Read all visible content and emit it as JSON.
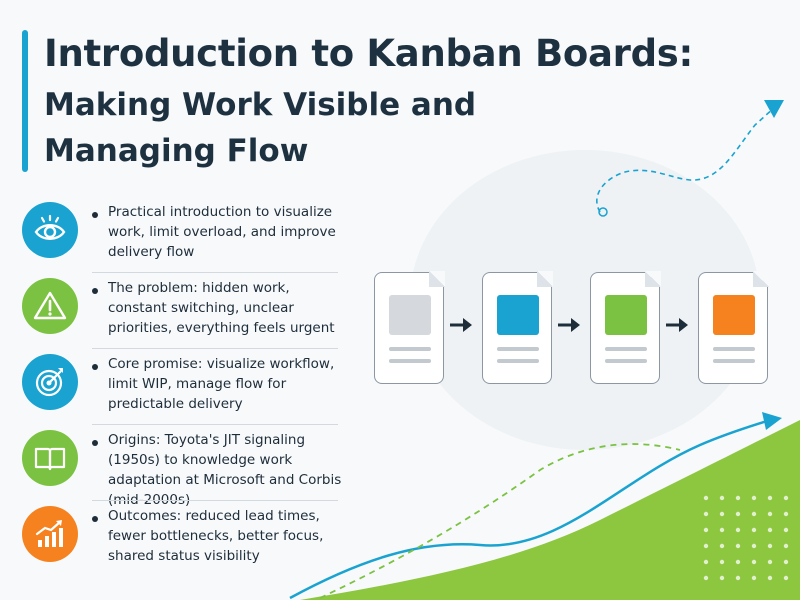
{
  "title": {
    "line1": "Introduction to Kanban Boards:",
    "line2": "Making Work Visible and",
    "line3": "Managing Flow"
  },
  "bullets": [
    {
      "icon": "eye-icon",
      "color": "#1aa3d1",
      "text": "Practical introduction to visualize work, limit overload, and improve delivery flow"
    },
    {
      "icon": "warning-icon",
      "color": "#7cc242",
      "text": "The problem: hidden work, constant switching, unclear priorities, everything feels urgent"
    },
    {
      "icon": "target-icon",
      "color": "#1aa3d1",
      "text": "Core promise: visualize workflow, limit WIP, manage flow for predictable delivery"
    },
    {
      "icon": "book-icon",
      "color": "#7cc242",
      "text": "Origins: Toyota's JIT signaling (1950s) to knowledge work adaptation at Microsoft and Corbis (mid-2000s)"
    },
    {
      "icon": "growth-chart-icon",
      "color": "#f6821f",
      "text": "Outcomes: reduced lead times, fewer bottlenecks, better focus, shared status visibility"
    }
  ],
  "cards": [
    {
      "color": "#d5d9dd"
    },
    {
      "color": "#1aa3d1"
    },
    {
      "color": "#7cc242"
    },
    {
      "color": "#f6821f"
    }
  ],
  "colors": {
    "accent_blue": "#1aa3d1",
    "accent_green": "#7cc242",
    "accent_orange": "#f6821f",
    "title": "#1e3140"
  }
}
